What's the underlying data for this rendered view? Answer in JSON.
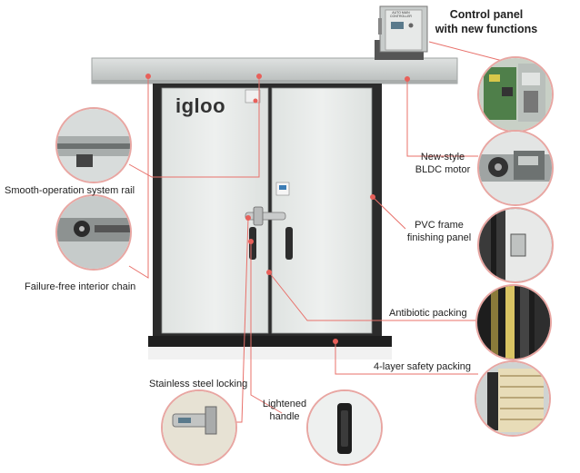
{
  "brand": "igloo",
  "control_box_text": "AUTO MAIN CONTROLLER",
  "colors": {
    "callout_line": "#e8706a",
    "thumb_border": "#e8a6a2",
    "frame": "#2b2b2b",
    "panel": "#e9ecea",
    "rail": "#c9cccb"
  },
  "labels": {
    "control_panel_1": "Control panel",
    "control_panel_2": "with new functions",
    "bldc_1": "New-style",
    "bldc_2": "BLDC motor",
    "pvc_1": "PVC frame",
    "pvc_2": "finishing panel",
    "antibiotic": "Antibiotic packing",
    "safety": "4-layer safety packing",
    "rail": "Smooth-operation system rail",
    "chain": "Failure-free interior chain",
    "locking": "Stainless steel locking",
    "handle_1": "Lightened",
    "handle_2": "handle"
  }
}
